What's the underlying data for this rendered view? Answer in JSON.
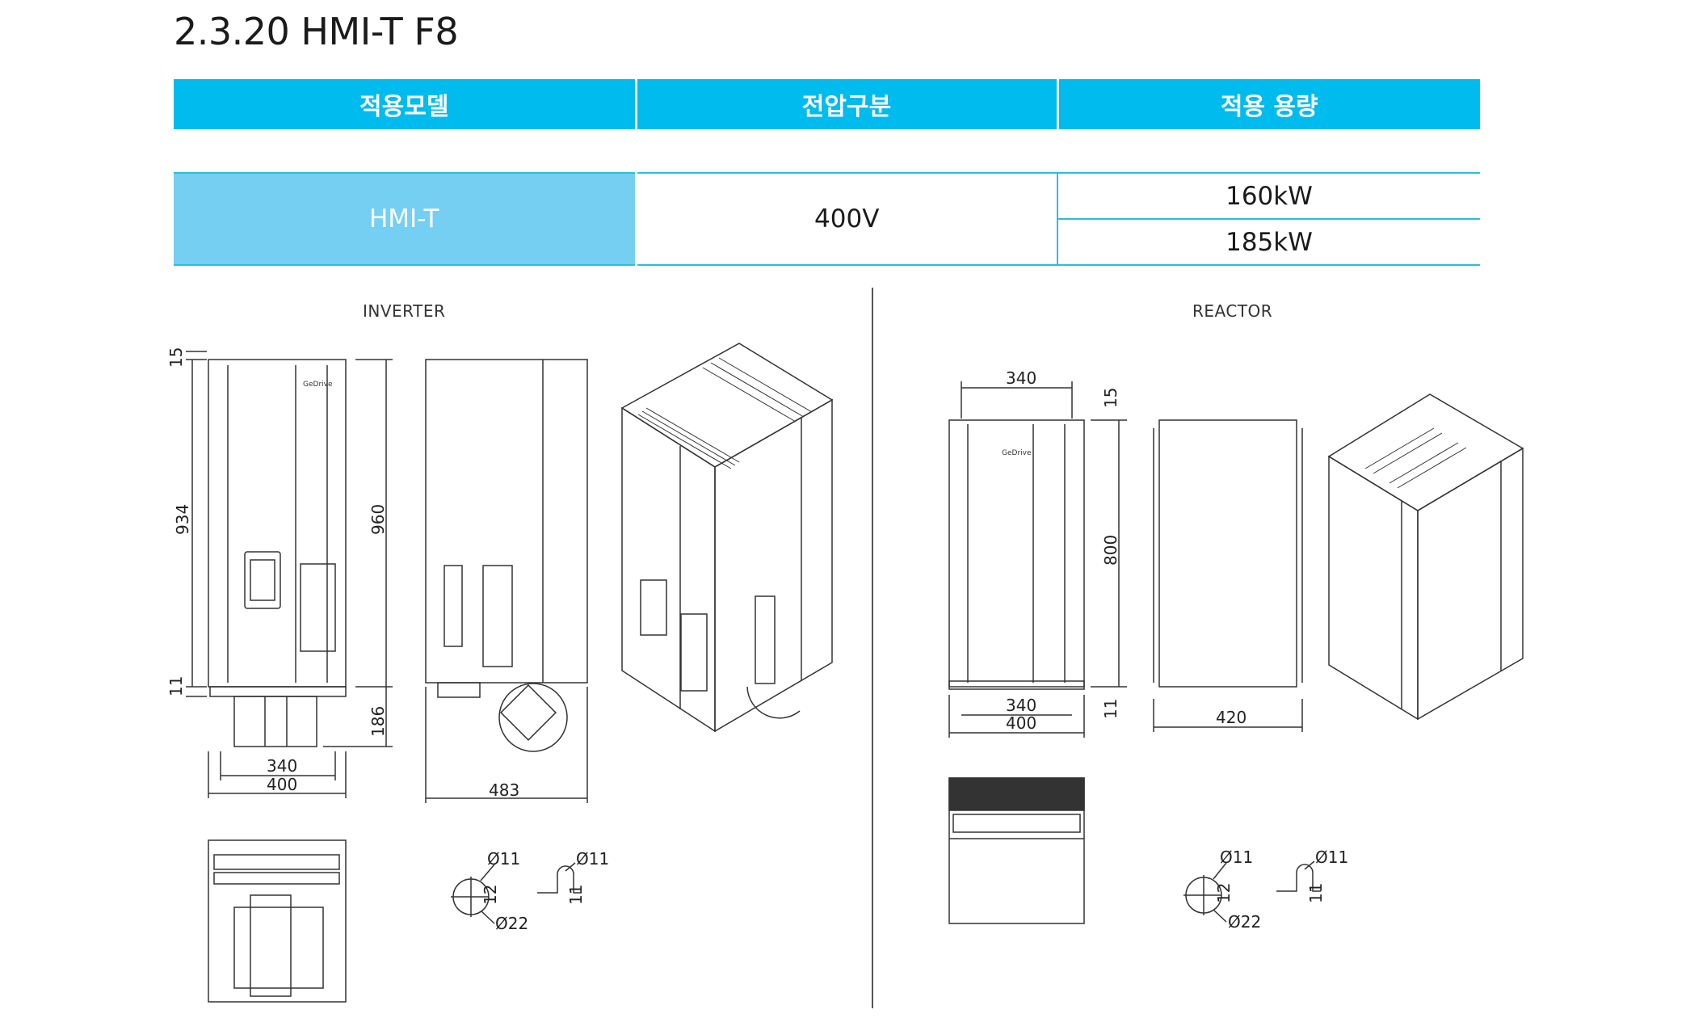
{
  "title": "2.3.20 HMI-T F8",
  "table": {
    "headers": [
      "적용모델",
      "전압구분",
      "적용 용량"
    ],
    "model": "HMI-T",
    "voltage": "400V",
    "capacities": [
      "160kW",
      "185kW"
    ]
  },
  "sections": {
    "inverter_label": "INVERTER",
    "reactor_label": "REACTOR"
  },
  "inverter_dims": {
    "top": "15",
    "height_inner": "934",
    "bottom": "11",
    "height_total": "960",
    "fan": "186",
    "width_inner": "340",
    "width_total": "400",
    "depth": "483"
  },
  "reactor_dims": {
    "width_top": "340",
    "top": "15",
    "height": "800",
    "bottom": "11",
    "width_inner": "340",
    "width_total": "400",
    "depth": "420"
  },
  "holes": {
    "d11": "Ø11",
    "d22": "Ø22",
    "h12": "12",
    "h11": "11"
  },
  "brand": "GeDrive"
}
